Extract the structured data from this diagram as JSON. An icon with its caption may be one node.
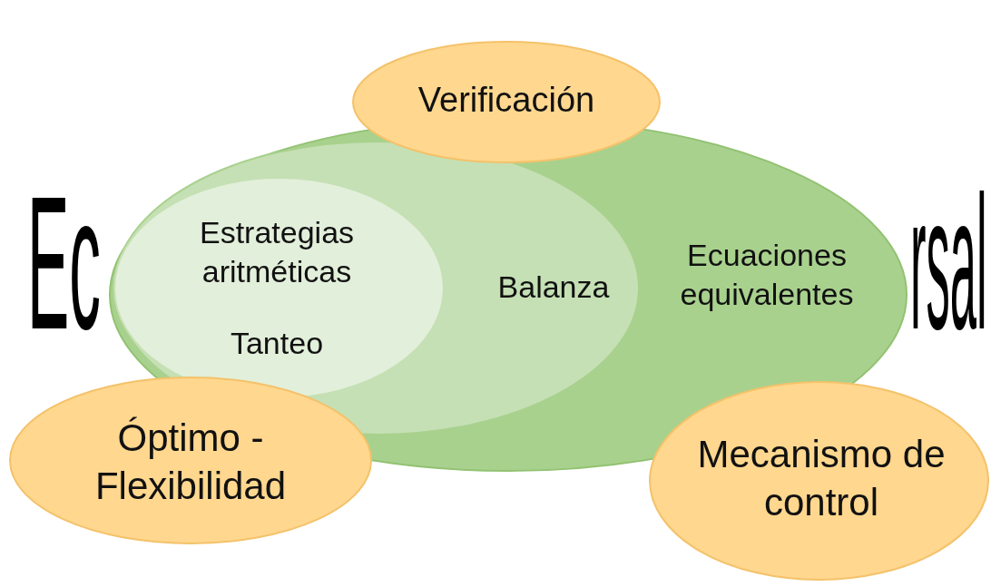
{
  "diagram": {
    "nodes": [
      {
        "text": [
          "Ecuaciones equivalentes"
        ]
      },
      {
        "text": [
          "Balanza"
        ],
        "in": 0
      },
      {
        "text": [
          "Estrategias aritméticas",
          "Tanteo"
        ],
        "in": 1
      },
      {
        "text": [
          "Verificación"
        ]
      },
      {
        "text": [
          "Óptimo - Flexibilidad"
        ]
      },
      {
        "text": [
          "Mecanismo de control"
        ]
      }
    ],
    "labels": [
      "Ec",
      "rsal"
    ]
  }
}
